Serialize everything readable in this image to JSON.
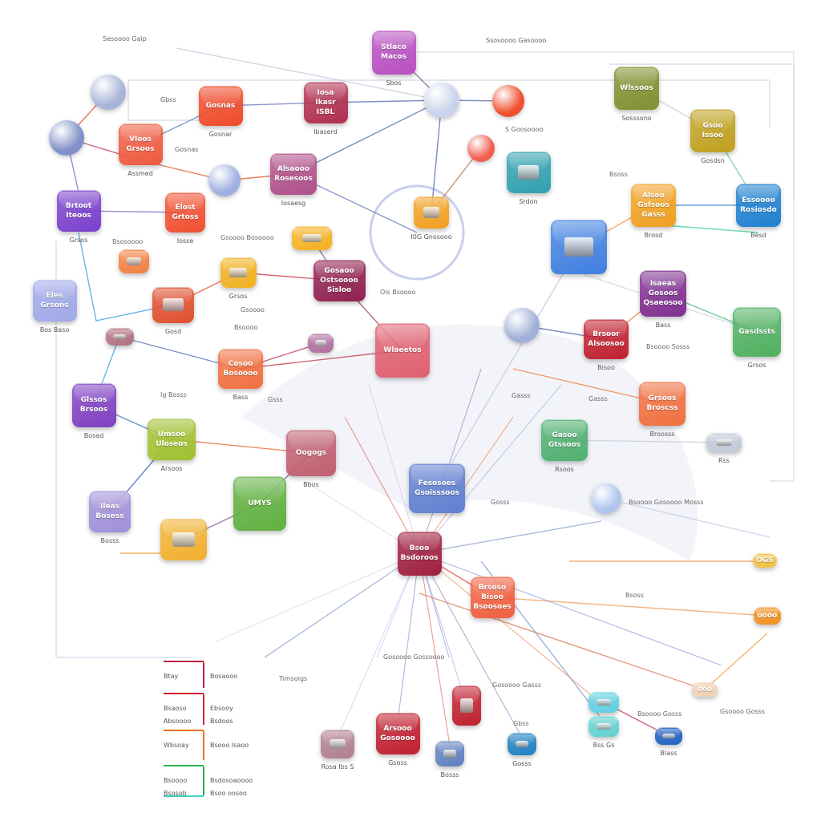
{
  "nodes": [
    {
      "label": "Stlaco\nMacos",
      "caption": "Sbos",
      "color": "#b84fc0"
    },
    {
      "label": "Gosnas",
      "caption": "Gosnar",
      "color": "#f04a2a"
    },
    {
      "label": "Iosa\nIkasr\nISBL",
      "caption": "Ibaserd",
      "color": "#b03050"
    },
    {
      "label": "Vloos\nGrsoos",
      "caption": "Assmed",
      "color": "#ee5a40"
    },
    {
      "label": "Brtoot\nIteoos",
      "caption": "Grsos",
      "color": "#7a40cc"
    },
    {
      "label": "Elost\nGrtoss",
      "caption": "Iosse",
      "color": "#f05030"
    },
    {
      "label": "Alsaooo\nRosesoos",
      "caption": "Iosaesg",
      "color": "#b0508a"
    },
    {
      "label": "",
      "caption": "",
      "color": "#f5b020"
    },
    {
      "label": "",
      "caption": "",
      "color": "#f08040"
    },
    {
      "label": "",
      "caption": "Grsos",
      "color": "#f0b020"
    },
    {
      "label": "",
      "caption": "Gosd",
      "color": "#e05030"
    },
    {
      "label": "Gosaoo\nOstsoooo\nSisloo",
      "caption": "",
      "color": "#902050"
    },
    {
      "label": "Eles\nGrsons",
      "caption": "Bos Baso",
      "color": "#a0a8e8"
    },
    {
      "label": "",
      "caption": "",
      "color": "#b07080"
    },
    {
      "label": "Cosoo\nBosoooo",
      "caption": "Bass",
      "color": "#f07040"
    },
    {
      "label": "",
      "caption": "",
      "color": "#b070a0"
    },
    {
      "label": "Wlaeetos",
      "caption": "",
      "color": "#e06070"
    },
    {
      "label": "Glssos\nBrsoos",
      "caption": "Bosad",
      "color": "#8040c0"
    },
    {
      "label": "Umsoo\nUloseos",
      "caption": "Arsoos",
      "color": "#a0c030"
    },
    {
      "label": "Oogogs",
      "caption": "Bbos",
      "color": "#c06070"
    },
    {
      "label": "UMYS",
      "caption": "",
      "color": "#60b040"
    },
    {
      "label": "Ileas\nBosess",
      "caption": "Bosss",
      "color": "#a090d8"
    },
    {
      "label": "",
      "caption": "",
      "color": "#f0b030"
    },
    {
      "label": "Fesosoes\nGsoisssoos",
      "caption": "",
      "color": "#6080d0"
    },
    {
      "label": "Bsoo\nBsdoroos",
      "caption": "",
      "color": "#a02040"
    },
    {
      "label": "Brsoso\nBisoo\nBsoosoes",
      "caption": "",
      "color": "#f06040"
    },
    {
      "label": "Arsooo\nGosoooo",
      "caption": "Gsoss",
      "color": "#c02030"
    },
    {
      "label": "",
      "caption": "",
      "color": "#c02030"
    },
    {
      "label": "",
      "caption": "Rosa Ibs S",
      "color": "#b08090"
    },
    {
      "label": "",
      "caption": "Bosss",
      "color": "#6080c0"
    },
    {
      "label": "",
      "caption": "Gosss",
      "color": "#2080c0"
    },
    {
      "label": "",
      "caption": "",
      "color": "#60d0e0"
    },
    {
      "label": "",
      "caption": "Bss Gs",
      "color": "#60d0d0"
    },
    {
      "label": "",
      "caption": "Blass",
      "color": "#2060c0"
    },
    {
      "label": "OGS",
      "caption": "",
      "color": "#f0c040"
    },
    {
      "label": "oooo",
      "caption": "",
      "color": "#f09020"
    },
    {
      "label": "ooo",
      "caption": "",
      "color": "#f0d0b0"
    },
    {
      "label": "",
      "caption": "Rss",
      "color": "#c0c8d8"
    },
    {
      "label": "Grsoos\nBroscss",
      "caption": "Broosss",
      "color": "#f07040"
    },
    {
      "label": "Gasoo\nGtssoos",
      "caption": "Rsoos",
      "color": "#50b070"
    },
    {
      "label": "Brsoor\nAlsoosoo",
      "caption": "Bisoo",
      "color": "#c02030"
    },
    {
      "label": "Isaeas\nGosoos\nQsaeosoo",
      "caption": "Bass",
      "color": "#803090"
    },
    {
      "label": "Gasdssts",
      "caption": "Grsos",
      "color": "#50b060"
    },
    {
      "label": "",
      "caption": "",
      "color": "#4080e0"
    },
    {
      "label": "Alsoo\nGsfsoos\nGasss",
      "caption": "Brosd",
      "color": "#f0a020"
    },
    {
      "label": "Essoooo\nRosiosdo",
      "caption": "Besd",
      "color": "#2080d0"
    },
    {
      "label": "Gsoo\nIssoo",
      "caption": "Gosdsn",
      "color": "#c0a020"
    },
    {
      "label": "Wlssoos",
      "caption": "Sosssono",
      "color": "#809030"
    },
    {
      "label": "",
      "caption": "Srdon",
      "color": "#30a0b0"
    },
    {
      "label": "",
      "caption": "I0G Gnosooo",
      "color": "#f0a020"
    }
  ],
  "orbs": [
    {
      "name": "globe-icon",
      "color": "#a8b4d8"
    },
    {
      "name": "monitor-icon",
      "color": "#8090c8"
    },
    {
      "name": "server-icon",
      "color": "#a0b0e0"
    },
    {
      "name": "hub-icon",
      "color": "#c8d4ec"
    },
    {
      "name": "red-sphere-icon",
      "color": "#f05030"
    },
    {
      "name": "red-sphere-icon",
      "color": "#f06050"
    },
    {
      "name": "printer-icon",
      "color": "#a0b0d8"
    },
    {
      "name": "shield-icon",
      "color": "#b0c4ec"
    }
  ],
  "labels": [
    "Sesoooo Gaip",
    "Ssosoooo Gasoooo",
    "S Goosoooo",
    "Gbss",
    "Gosnas",
    "Gsoooo Bosoooo",
    "Bsosoooo",
    "Gsoooo",
    "Ois Bsoooo",
    "Bsoooo",
    "Ig Bosss",
    "Gsss",
    "Gasss",
    "Gasss",
    "Bsoooo Sosss",
    "Bsoooo Gosoooo Mosss",
    "Gosss",
    "Bsoss",
    "Gosoooo Gasss",
    "Timsoigs",
    "Gosoooo Gossoooo",
    "Gsoooo Gosss",
    "Bsoooo Gosss",
    "Gbss",
    "Bsoss"
  ],
  "legend": [
    {
      "a": "Btay",
      "b": "Bosaooo",
      "color": "#c02040"
    },
    {
      "a": "Bsaoso\nAbsoooo",
      "b": "Ebsooy\nBsdoos",
      "color": "#d02030"
    },
    {
      "a": "Wbsoay",
      "b": "Bsooo Isaoo",
      "color": "#f07020"
    },
    {
      "a": "Bsoooo\nBsosob",
      "b": "Bsdosoaoooo\nBsoo oosoo",
      "color": "#30b050"
    }
  ]
}
